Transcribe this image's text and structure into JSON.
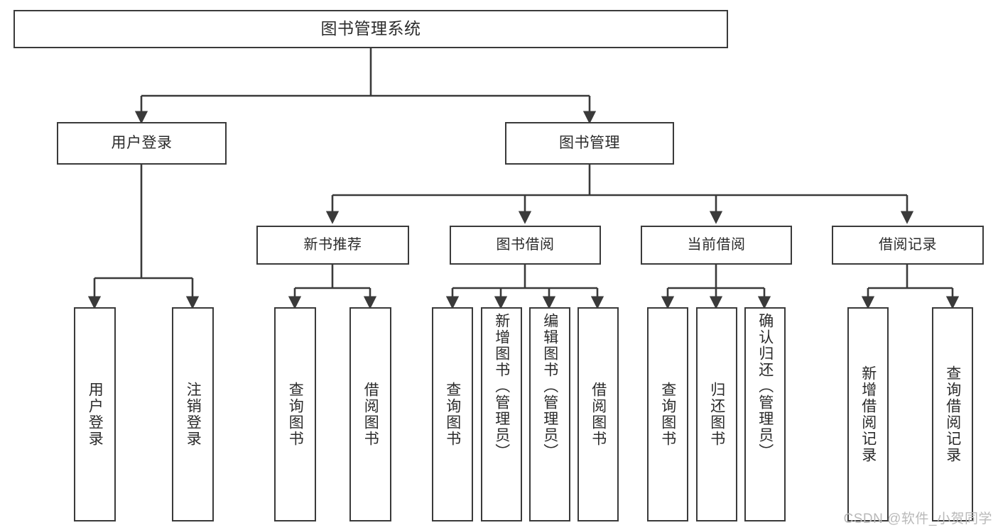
{
  "diagram": {
    "title": "图书管理系统",
    "type": "tree-hierarchy-chart",
    "watermark": "CSDN @软件_小贺同学",
    "colors": {
      "background": "#ffffff",
      "box_border": "#3a3a3a",
      "edge": "#3a3a3a",
      "text": "#2b2b2b",
      "watermark": "#b9b9b9"
    },
    "root": {
      "label": "图书管理系统"
    },
    "level1": [
      {
        "label": "用户登录"
      },
      {
        "label": "图书管理"
      }
    ],
    "level2": [
      {
        "label": "新书推荐"
      },
      {
        "label": "图书借阅"
      },
      {
        "label": "当前借阅"
      },
      {
        "label": "借阅记录"
      }
    ],
    "leaves": {
      "user_login": [
        {
          "label": "用户登录"
        },
        {
          "label": "注销登录"
        }
      ],
      "new_book_recommend": [
        {
          "label": "查询图书"
        },
        {
          "label": "借阅图书"
        }
      ],
      "book_borrow": [
        {
          "label": "查询图书"
        },
        {
          "label": "新增图书（管理员）"
        },
        {
          "label": "编辑图书（管理员）"
        },
        {
          "label": "借阅图书"
        }
      ],
      "current_borrow": [
        {
          "label": "查询图书"
        },
        {
          "label": "归还图书"
        },
        {
          "label": "确认归还（管理员）"
        }
      ],
      "borrow_record": [
        {
          "label": "新增借阅记录"
        },
        {
          "label": "查询借阅记录"
        }
      ]
    }
  }
}
